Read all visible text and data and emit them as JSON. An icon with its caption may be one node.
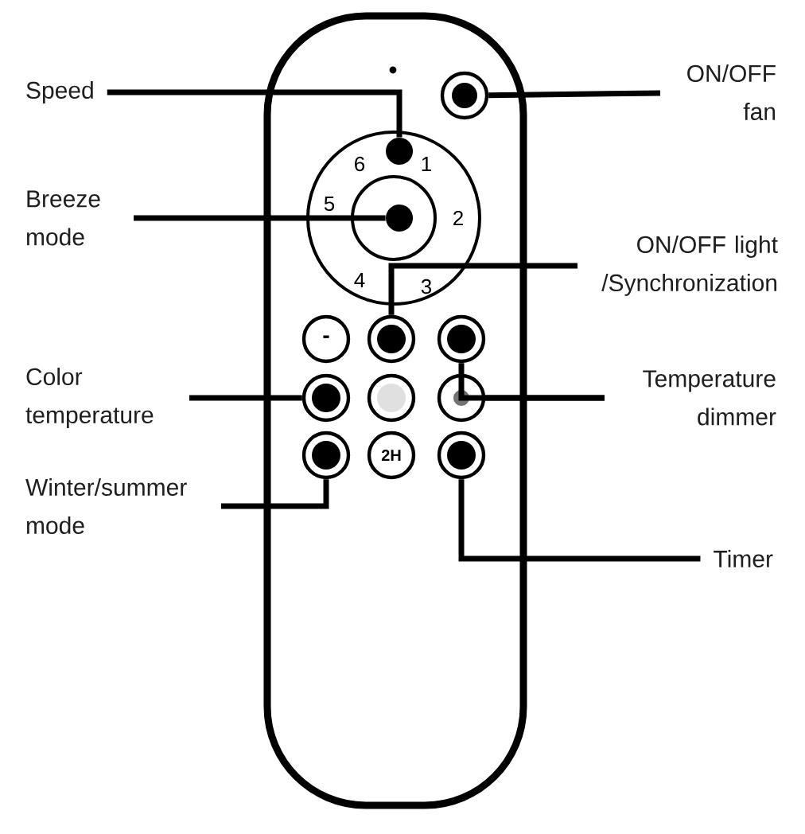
{
  "diagram": {
    "nodes": [
      {
        "text": [
          "Speed"
        ]
      },
      {
        "text": [
          "6",
          "1",
          "5",
          "2",
          "4",
          "3"
        ]
      },
      {
        "text": [],
        "shape": "circle",
        "in": 1
      },
      {
        "text": [],
        "shape": "circle"
      },
      {
        "text": [
          "ON/OFF fan"
        ]
      },
      {
        "text": [
          "Breeze mode"
        ]
      },
      {
        "text": [],
        "shape": "circle",
        "in": 1
      },
      {
        "text": [
          "ON/OFF light /Synchronization"
        ]
      },
      {
        "text": [
          "-"
        ]
      },
      {
        "text": [],
        "shape": "circle"
      },
      {
        "text": [],
        "shape": "circle"
      },
      {
        "text": [
          "Color temperature"
        ]
      },
      {
        "text": [],
        "shape": "circle"
      },
      {
        "text": [],
        "shape": "circle"
      },
      {
        "text": [],
        "shape": "circle"
      },
      {
        "text": [
          "Temperature dimmer"
        ]
      },
      {
        "text": [
          "Winter/summer mode"
        ]
      },
      {
        "text": [],
        "shape": "circle"
      },
      {
        "text": [
          "2H"
        ]
      },
      {
        "text": [],
        "shape": "circle"
      },
      {
        "text": [
          "Timer"
        ]
      }
    ],
    "edges": [
      {
        "from": 0,
        "to": 2,
        "arrow": "none"
      },
      {
        "from": 4,
        "to": 3,
        "arrow": "none"
      },
      {
        "from": 5,
        "to": 6,
        "arrow": "none"
      },
      {
        "from": 7,
        "to": 9,
        "arrow": "none"
      },
      {
        "from": 11,
        "to": 12,
        "arrow": "none"
      },
      {
        "from": 15,
        "to": 14,
        "arrow": "none"
      },
      {
        "from": 15,
        "to": 10,
        "arrow": "none"
      },
      {
        "from": 16,
        "to": 17,
        "arrow": "none"
      },
      {
        "from": 20,
        "to": 19,
        "arrow": "none"
      }
    ]
  }
}
